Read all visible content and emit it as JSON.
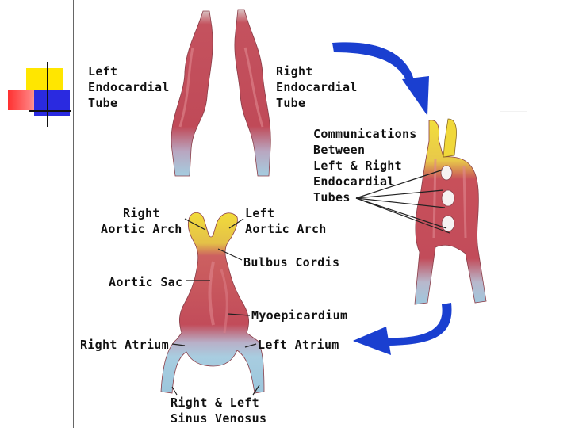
{
  "labels": {
    "left_tube": "Left\nEndocardial\nTube",
    "right_tube": "Right\nEndocardial\nTube",
    "communications": "Communications\nBetween\nLeft & Right\nEndocardial\nTubes",
    "right_aortic_arch": "   Right\nAortic Arch",
    "left_aortic_arch": "Left\nAortic Arch",
    "bulbus_cordis": "Bulbus Cordis",
    "aortic_sac": "Aortic Sac",
    "myoepicardium": "Myoepicardium",
    "right_atrium": "Right Atrium",
    "left_atrium": "Left Atrium",
    "sinus_venosus": "Right & Left\nSinus Venosus"
  },
  "colors": {
    "muscle": "#c8505a",
    "muscle_dark": "#9a3040",
    "vessel_blue": "#9cc6dc",
    "arch_yellow": "#f0dc3a",
    "arrow_blue": "#1a3fd0",
    "deco_yellow": "#ffe600",
    "deco_blue": "#2a2ae0",
    "deco_red": "#ff3030"
  }
}
